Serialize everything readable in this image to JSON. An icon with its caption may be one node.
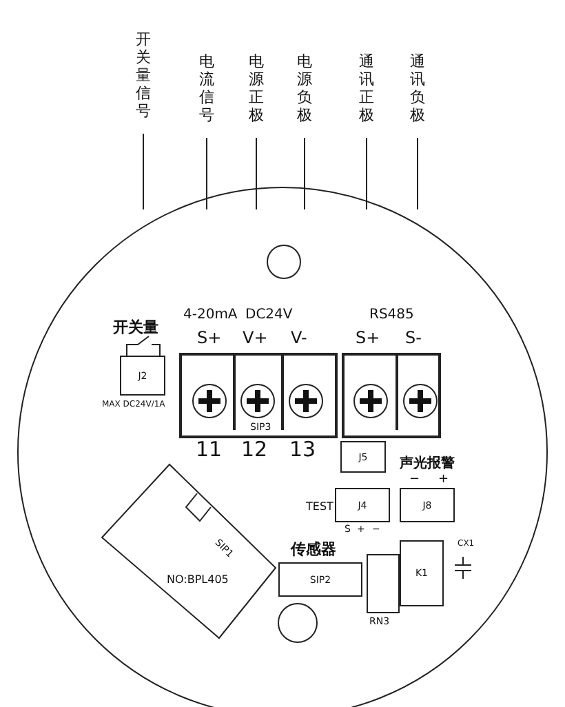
{
  "diagram": {
    "nodes": [
      {
        "text": [
          "开关量信号"
        ]
      },
      {
        "text": [
          "电流信号"
        ]
      },
      {
        "text": [
          "电源正极"
        ]
      },
      {
        "text": [
          "电源负极"
        ]
      },
      {
        "text": [
          "通讯正极"
        ]
      },
      {
        "text": [
          "通讯负极"
        ]
      },
      {
        "text": [
          "J2"
        ],
        "beside": [
          "MAX DC24V/1A"
        ]
      },
      {
        "text": [
          "SIP3"
        ]
      },
      {
        "text": [],
        "shape": "box"
      },
      {
        "text": [
          "J5"
        ]
      },
      {
        "text": [
          "J4"
        ]
      },
      {
        "text": [
          "J8"
        ]
      },
      {
        "text": [
          "SIP1",
          "NO:BPL405"
        ]
      },
      {
        "text": [
          "SIP2"
        ]
      },
      {
        "text": [
          "RN3"
        ]
      },
      {
        "text": [
          "K1"
        ]
      }
    ],
    "edges": [
      {
        "from": 0,
        "to": null,
        "arrow": "none"
      },
      {
        "from": 1,
        "to": null,
        "arrow": "none"
      },
      {
        "from": 2,
        "to": null,
        "arrow": "none"
      },
      {
        "from": 3,
        "to": null,
        "arrow": "none"
      },
      {
        "from": 4,
        "to": null,
        "arrow": "none"
      },
      {
        "from": 5,
        "to": null,
        "arrow": "none"
      }
    ],
    "labels": [
      "开关量",
      "4-20mA",
      "DC24V",
      "RS485",
      "S+",
      "V+",
      "V-",
      "S+",
      "S-",
      "11",
      "12",
      "13",
      "声光报警",
      "−",
      "+",
      "TEST",
      "S",
      "+",
      "−",
      "传感器",
      "CX1"
    ]
  }
}
